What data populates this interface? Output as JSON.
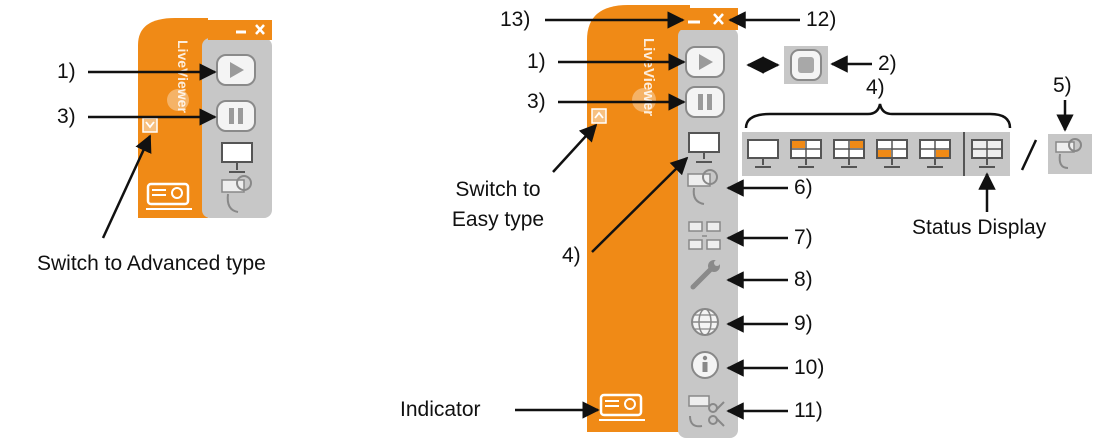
{
  "panel": {
    "brand_text": "LiveViewer",
    "colors": {
      "orange": "#f08a16",
      "orange_dark": "#c8680a",
      "gray_panel": "#c7c7c7",
      "gray_button": "#d8d8d8",
      "button_face": "#f2f2f2"
    }
  },
  "easy": {
    "icons": [
      "play-icon",
      "pause-icon",
      "projector-screen-icon",
      "network-search-icon",
      "projector-indicator-icon"
    ],
    "labels": {
      "play": "1)",
      "pause": "3)",
      "switch_to_advanced": "Switch to Advanced type"
    }
  },
  "advanced": {
    "labels": {
      "minimize": "13)",
      "close": "12)",
      "play": "1)",
      "stop": "2)",
      "pause": "3)",
      "screens": "4)",
      "screens_arrow": "4)",
      "search": "5)",
      "search_receiver": "6)",
      "network_device": "7)",
      "settings": "8)",
      "web": "9)",
      "info": "10)",
      "disconnect": "11)",
      "switch_to_easy_line1": "Switch to",
      "switch_to_easy_line2": "Easy type",
      "status_display": "Status Display",
      "indicator": "Indicator",
      "separator": "/"
    }
  }
}
